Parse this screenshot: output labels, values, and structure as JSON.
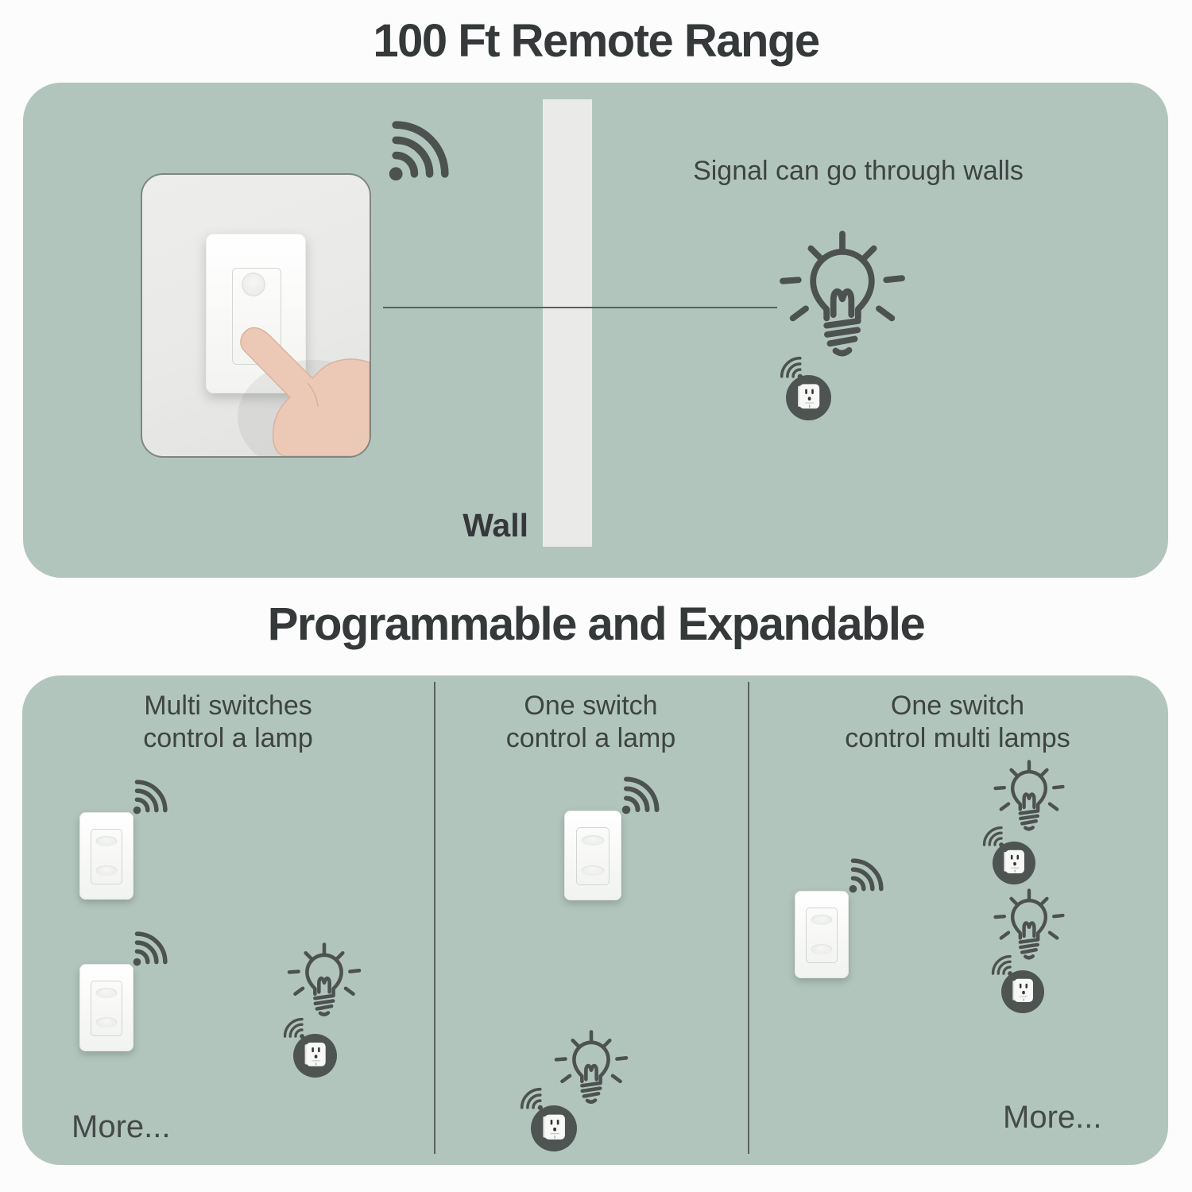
{
  "page": {
    "background": "#fbfcfb"
  },
  "colors": {
    "panel_bg": "#b2c5bd",
    "icon": "#4c5250",
    "connector_line": "#57605c",
    "title_text": "#36393a",
    "body_text": "#3d4442",
    "wall_bar": "#eaebe9",
    "plug_circle_bg": "#4e5452",
    "photo_bg": "#e9e9e7"
  },
  "icons": [
    "wifi-icon",
    "light-bulb-icon",
    "smart-plug-icon",
    "plug-wifi-icon",
    "wall-switch-icon",
    "switch-photo"
  ],
  "section1": {
    "title": "100 Ft Remote Range",
    "caption": "Signal can go through walls",
    "wall_label": "Wall"
  },
  "section2": {
    "title": "Programmable and Expandable",
    "columns": [
      {
        "heading_line1": "Multi switches",
        "heading_line2": "control a lamp",
        "more_label": "More..."
      },
      {
        "heading_line1": "One switch",
        "heading_line2": "control a lamp"
      },
      {
        "heading_line1": "One switch",
        "heading_line2": "control multi lamps",
        "more_label": "More..."
      }
    ]
  }
}
